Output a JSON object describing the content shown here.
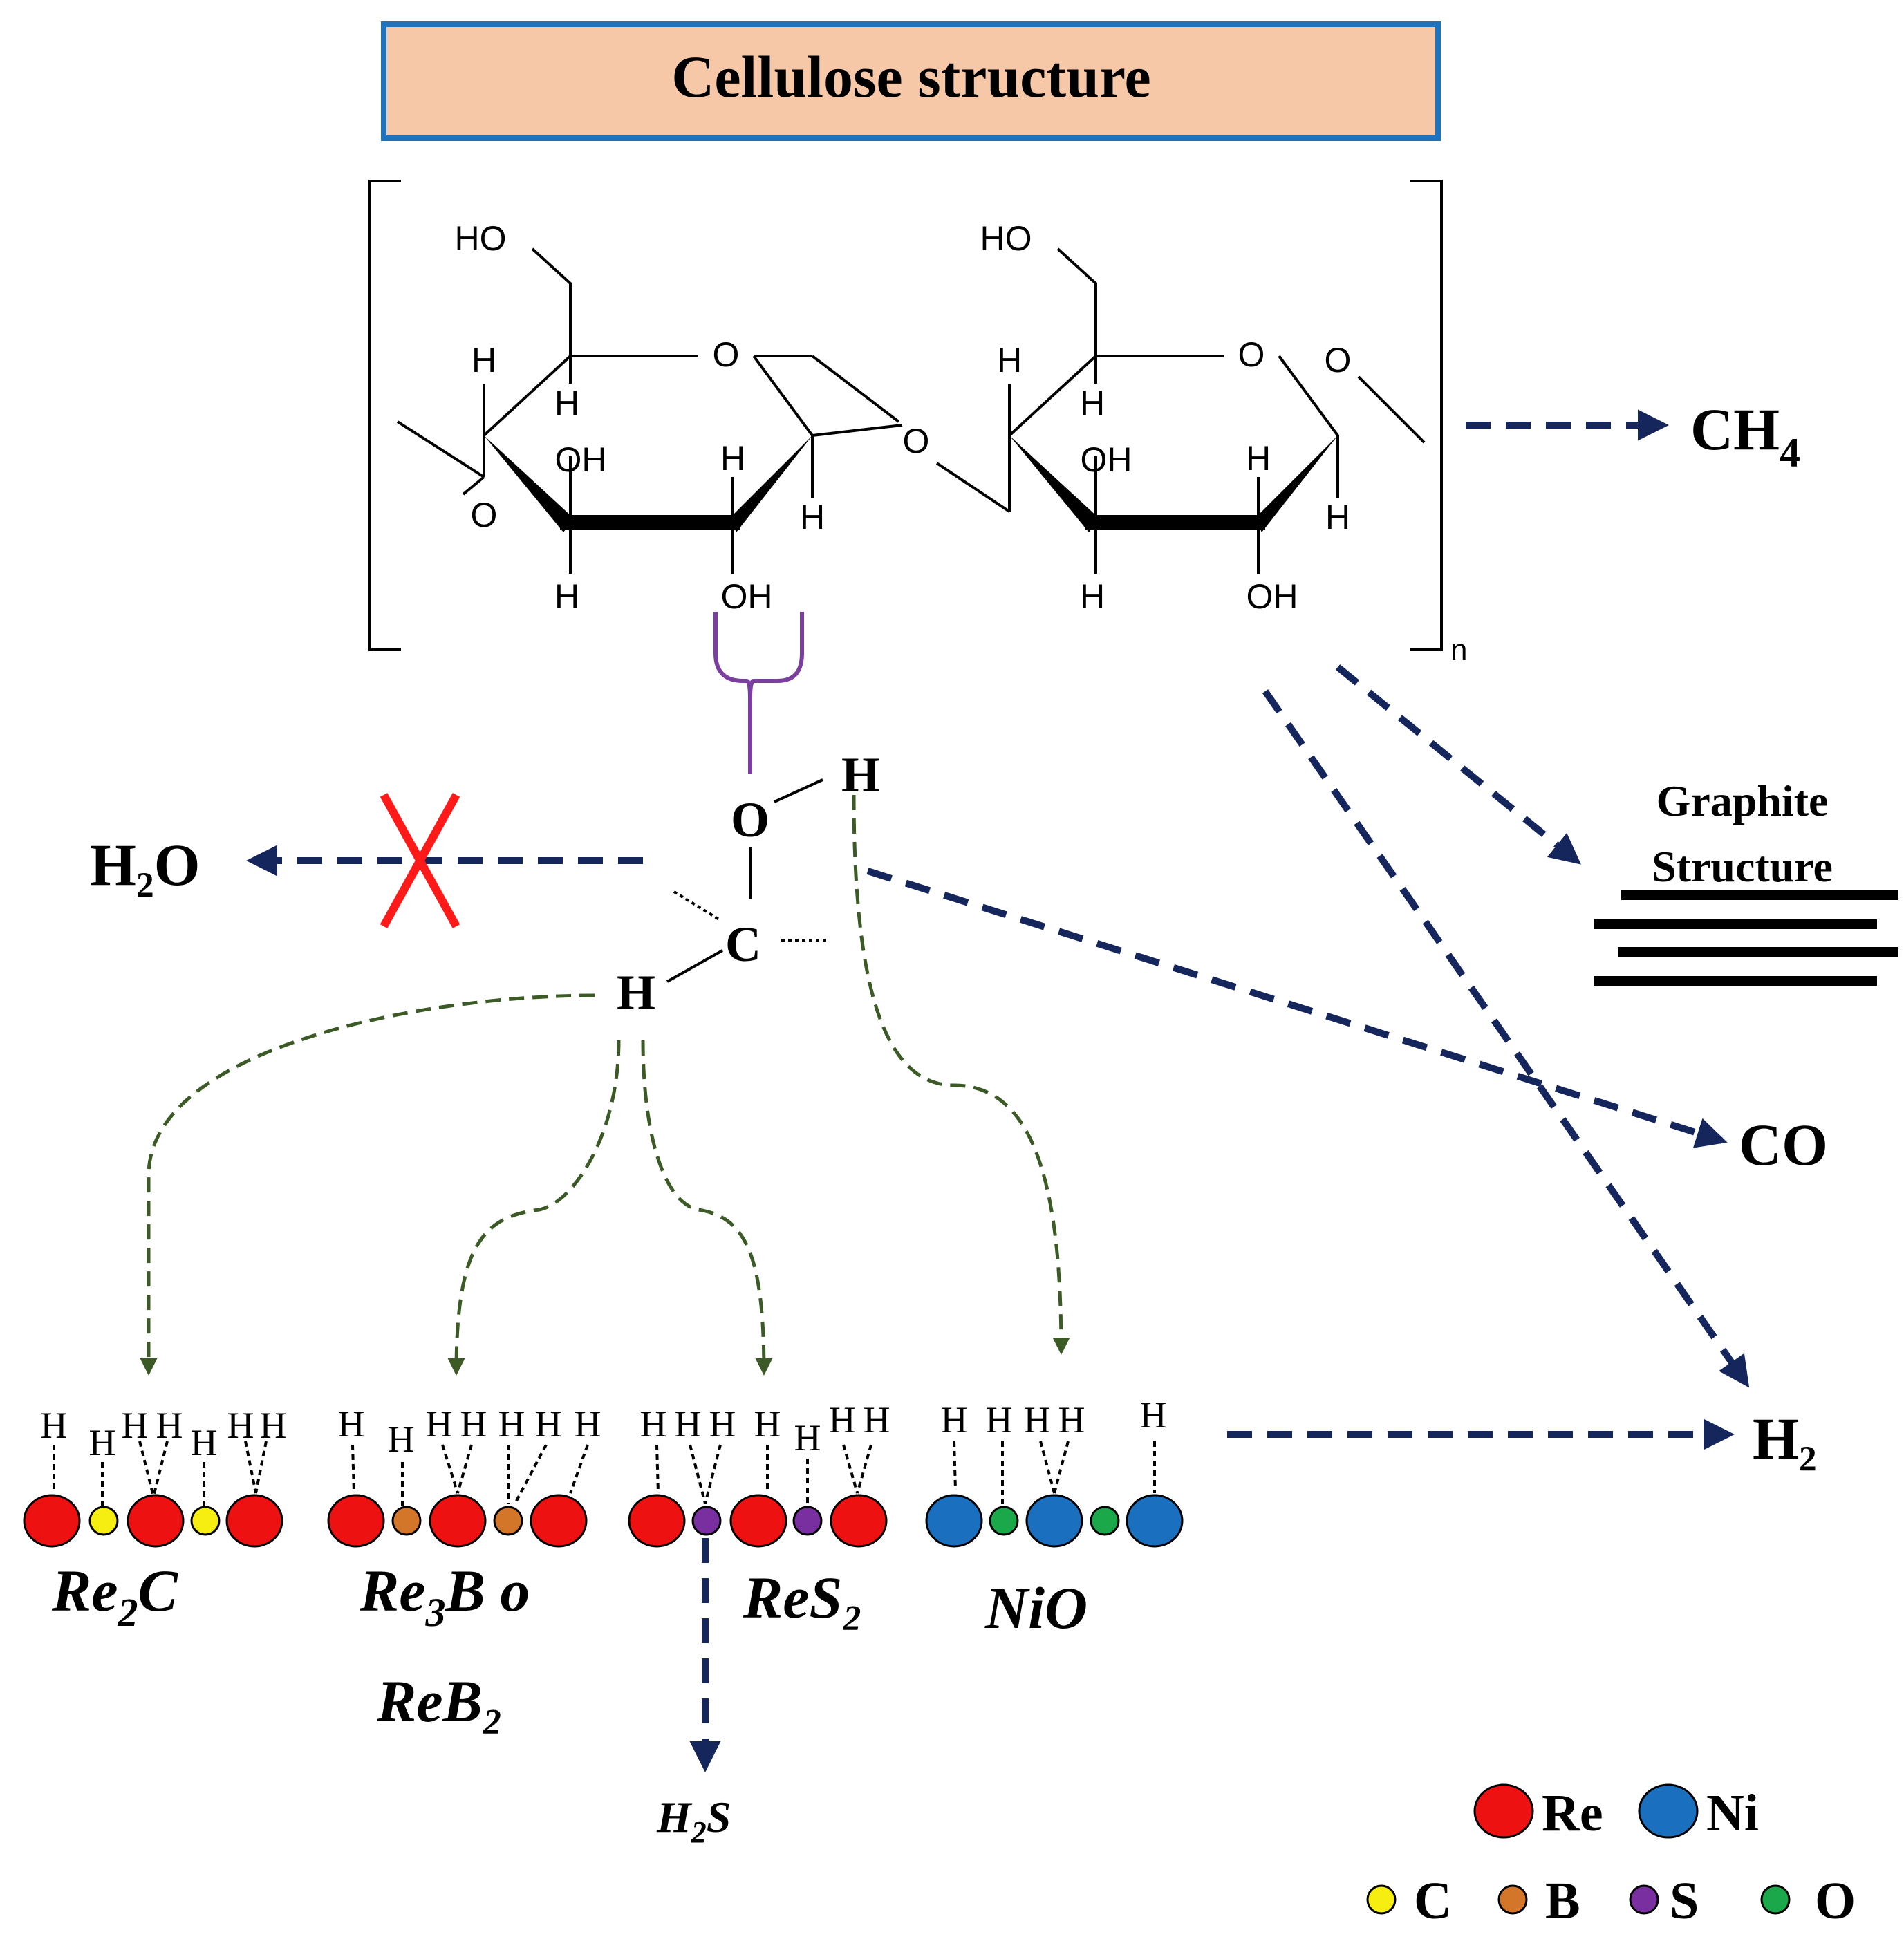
{
  "title": "Cellulose structure",
  "colors": {
    "title_fill": "#f7c8a8",
    "title_border": "#1e73be",
    "re": "#ee1111",
    "ni": "#1a6fbf",
    "c": "#f5ee10",
    "b": "#d4762a",
    "s": "#7a2fa0",
    "o": "#1ba84a",
    "arrow_blue": "#14265c",
    "arrow_green": "#3b5a26",
    "cross": "#ff1a1a",
    "brace": "#7b3fa0"
  },
  "molecule": {
    "ho_left": "HO",
    "ho_right": "HO",
    "o_ring": "O",
    "o_link": "O",
    "o_bridge": "O",
    "o_end": "O",
    "oh": "OH",
    "h": "H",
    "n": "n"
  },
  "center": {
    "o": "O",
    "h_top": "H",
    "c": "C",
    "h_left": "H"
  },
  "products": {
    "ch4": "CH",
    "ch4_sub": "4",
    "h2o": "H₂O",
    "graphite_line1": "Graphite",
    "graphite_line2": "Structure",
    "co": "CO",
    "h2": "H₂",
    "h2s_main": "H",
    "h2s_sub": "2",
    "h2s_end": "S"
  },
  "catalysts": {
    "re2c_a": "Re",
    "re2c_sub": "2",
    "re2c_b": "C",
    "re3b_a": "Re",
    "re3b_sub": "3",
    "re3b_b": "B o",
    "reb2": "ReB₂",
    "res2": "ReS₂",
    "nio": "NiO",
    "h_label": "H"
  },
  "legend": {
    "re": "Re",
    "ni": "Ni",
    "c": "C",
    "b": "B",
    "s": "S",
    "o": "O"
  }
}
